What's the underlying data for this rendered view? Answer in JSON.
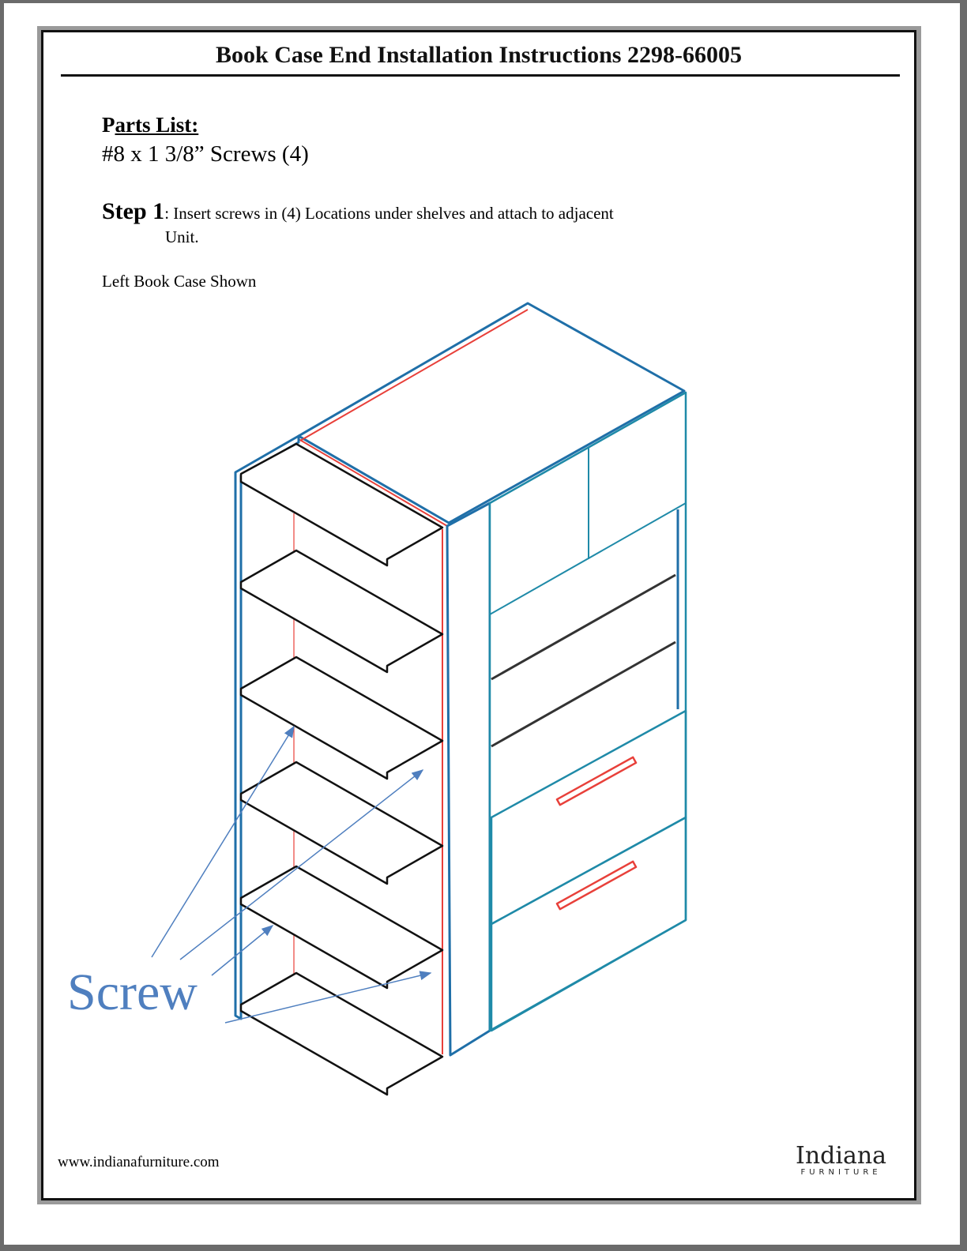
{
  "header": {
    "title": "Book Case End Installation Instructions 2298-66005"
  },
  "parts": {
    "heading_first": "P",
    "heading_rest": "arts List:",
    "item": "#8 x 1 3/8” Screws (4)"
  },
  "step1": {
    "label": "Step 1",
    "text": ": Insert screws in (4) Locations under shelves and attach to adjacent",
    "text_cont": "Unit."
  },
  "caption": "Left Book Case Shown",
  "diagram": {
    "callout": "Screw",
    "colors": {
      "outline": "#1f6fa8",
      "accent": "#e8403a",
      "arrow": "#4f7fbf"
    }
  },
  "footer": {
    "url": "www.indianafurniture.com",
    "logo_name": "Indiana",
    "logo_sub": "FURNITURE"
  }
}
